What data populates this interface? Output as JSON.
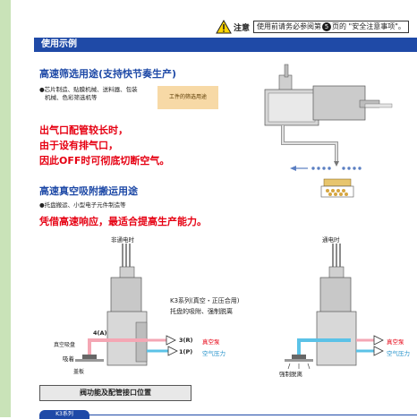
{
  "caution": {
    "word": "注意",
    "text_before": "使用前请务必参阅第",
    "page_number": "5",
    "text_after": "页的 \"安全注意事项\"。"
  },
  "section_title": "使用示例",
  "example1": {
    "heading": "高速筛选用途(支持快节奏生产)",
    "note_line1": "●芯片制造、贴膜机械、送料器、包装",
    "note_line2": "机械、色彩筛选机等",
    "tag_label": "工件的筛选用途",
    "red_line1": "出气口配管较长时，",
    "red_line2": "由于设有排气口，",
    "red_line3": "因此OFF时可彻底切断空气。"
  },
  "example2": {
    "heading": "高速真空吸附搬运用途",
    "note": "●托盘搬运、小型电子元件制造等",
    "red_line": "凭借高速响应，最适合提高生产能力。"
  },
  "diagram": {
    "left_title": "非通电时",
    "right_title": "通电时",
    "k3_line1": "K3系列(真空・正压合用)",
    "k3_line2": "托盘的吸附、强制脱离",
    "port4": "4(A)",
    "port3": "3(R)",
    "port1": "1(P)",
    "vacuum_pump": "真空泵",
    "air_pressure": "空气压力",
    "vacuum_break": "真空吸盘",
    "suction": "吸着",
    "tray": "盖板",
    "forced_release": "强制脱离",
    "right_vacuum_pump": "真空泵",
    "right_air_pressure": "空气压力"
  },
  "function_box": "阀功能及配管接口位置",
  "footer_tab": "K3系列",
  "colors": {
    "blue": "#1f4aa7",
    "red": "#e60012",
    "pink": "#f4a7b4",
    "cyan": "#5bc2e7",
    "green_bar": "#c9e3b8"
  }
}
